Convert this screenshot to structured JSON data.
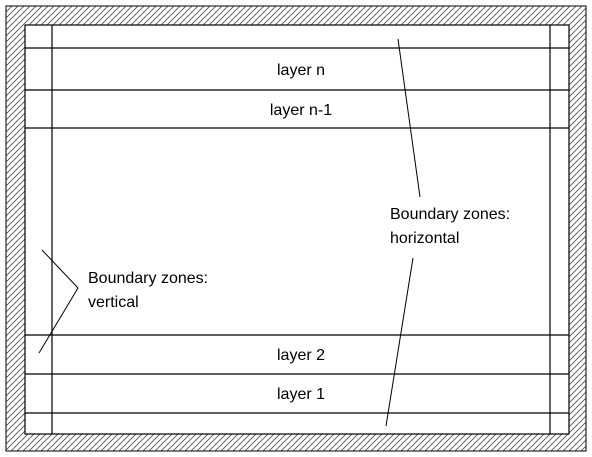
{
  "layers": {
    "top": "layer n",
    "second": "layer n-1",
    "third_from_bottom": "layer 2",
    "bottom": "layer 1"
  },
  "annotations": {
    "horizontal": [
      "Boundary zones:",
      "horizontal"
    ],
    "vertical": [
      "Boundary zones:",
      "vertical"
    ]
  },
  "colors": {
    "line": "#000000",
    "hatch": "#555555",
    "background": "#ffffff"
  }
}
